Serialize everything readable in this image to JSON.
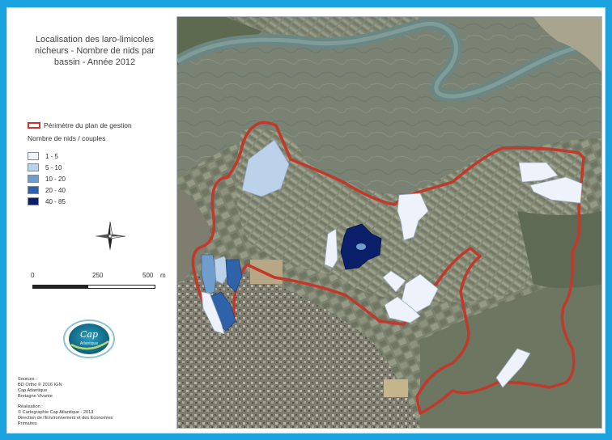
{
  "legend": {
    "title_lines": [
      "Localisation des laro-limicoles",
      "nicheurs - Nombre de nids par",
      "bassin - Année 2012"
    ],
    "perimeter_label": "Périmètre du plan de gestion",
    "count_label": "Nombre de nids / couples",
    "classes": [
      {
        "label": "1 - 5",
        "color": "#eef3fb"
      },
      {
        "label": "5 - 10",
        "color": "#bcd2ea"
      },
      {
        "label": "10 - 20",
        "color": "#6f9dcc"
      },
      {
        "label": "20 - 40",
        "color": "#2f62a8"
      },
      {
        "label": "40 - 85",
        "color": "#0b1f6b"
      }
    ],
    "scale": {
      "labels": [
        "0",
        "250",
        "500"
      ],
      "unit": "m"
    },
    "logo_text": "Cap Atlantique",
    "sources_heading": "Sources :",
    "sources": [
      "BD Ortho © 2016 IGN",
      "Cap Atlantique",
      "Bretagne Vivante"
    ],
    "credits_heading": "Réalisation :",
    "credits": [
      "© Cartographie Cap Atlantique - 2013",
      "Direction de l'Environnement et des Economies",
      "Primaires"
    ]
  },
  "colors": {
    "frame_border": "#1ba3e0",
    "perimeter": "#c0392b",
    "marsh": "#7a7f6a",
    "channel": "#6d8a86",
    "urban": "#8f8b80"
  }
}
